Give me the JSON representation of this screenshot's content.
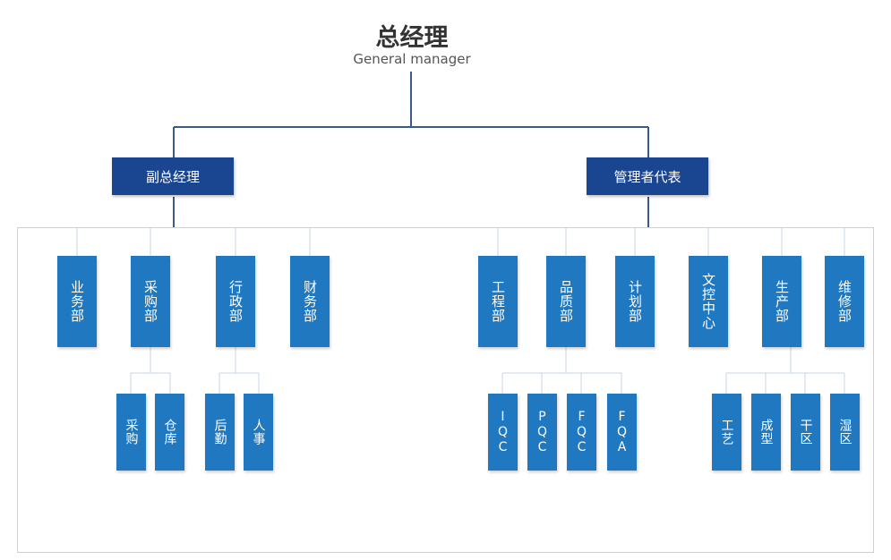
{
  "title": "总经理",
  "subtitle": "General manager",
  "level1": {
    "deputy": "副总经理",
    "representative": "管理者代表"
  },
  "left_departments": {
    "business": "业务部",
    "purchasing": "采购部",
    "administration": "行政部",
    "finance": "财务部"
  },
  "left_subunits": {
    "purchase": "采购",
    "warehouse": "仓库",
    "logistics": "后勤",
    "hr": "人事"
  },
  "right_departments": {
    "engineering": "工程部",
    "quality": "品质部",
    "planning": "计划部",
    "document_control": "文控中心",
    "production": "生产部",
    "maintenance": "维修部"
  },
  "quality_subunits": {
    "iqc": "IQC",
    "pqc": "PQC",
    "fqc": "FQC",
    "fqa": "FQA"
  },
  "production_subunits": {
    "process": "工艺",
    "molding": "成型",
    "dry_area": "干区",
    "wet_area": "湿区"
  },
  "colors": {
    "level1_fill": "#1a4590",
    "box_fill": "#1f78c0",
    "main_line": "#3a5a8c",
    "branch_line": "#c8d4e3",
    "panel_border": "#d0d0d0"
  }
}
